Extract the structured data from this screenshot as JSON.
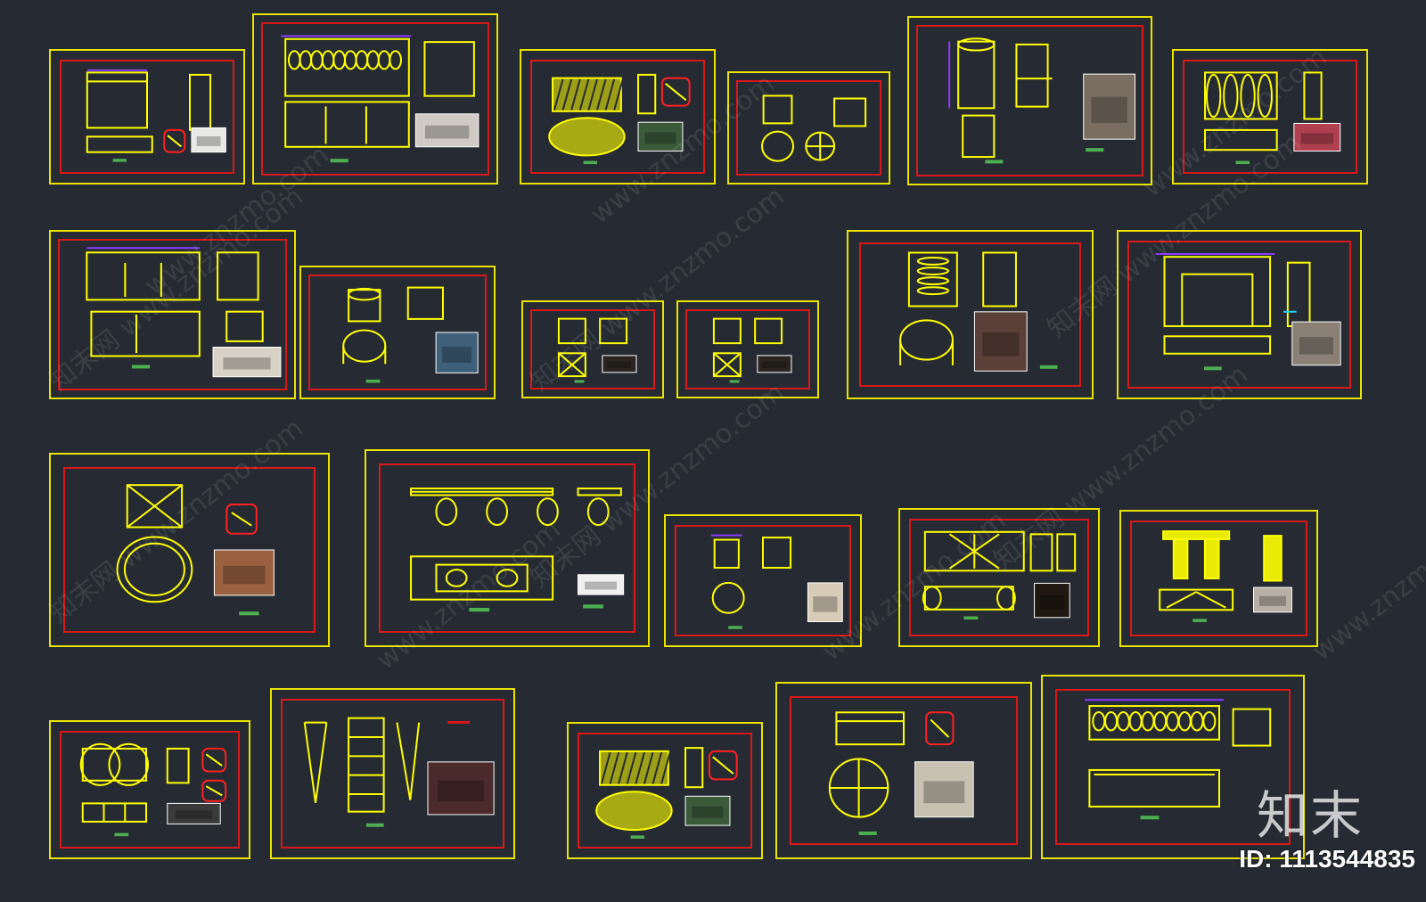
{
  "colors": {
    "background": "#262b33",
    "frame": "#e8e400",
    "inner_border": "#d81818",
    "line": "#ffff00",
    "dimension": "#8a3cff",
    "accent_cyan": "#20d0ff",
    "label_green": "#4caf50"
  },
  "watermark": {
    "brand": "知末网",
    "url": "www.znzmo.com"
  },
  "brand_logo": "知末",
  "image_id": "ID: 1113544835"
}
